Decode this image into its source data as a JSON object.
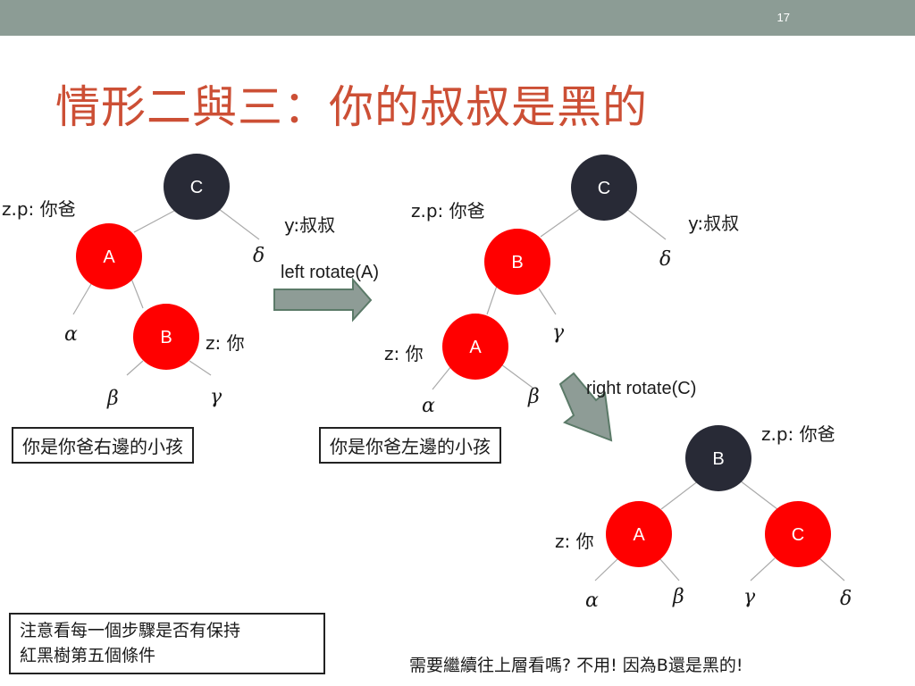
{
  "slide": {
    "page_number": "17",
    "title": "情形二與三：你的叔叔是黑的"
  },
  "nodes": [
    {
      "id": "t1-C",
      "label": "C",
      "color": "#282a36"
    },
    {
      "id": "t1-A",
      "label": "A",
      "color": "#ff0000"
    },
    {
      "id": "t1-B",
      "label": "B",
      "color": "#ff0000"
    },
    {
      "id": "t2-C",
      "label": "C",
      "color": "#282a36"
    },
    {
      "id": "t2-B",
      "label": "B",
      "color": "#ff0000"
    },
    {
      "id": "t2-A",
      "label": "A",
      "color": "#ff0000"
    },
    {
      "id": "t3-B",
      "label": "B",
      "color": "#282a36"
    },
    {
      "id": "t3-A",
      "label": "A",
      "color": "#ff0000"
    },
    {
      "id": "t3-C",
      "label": "C",
      "color": "#ff0000"
    }
  ],
  "labels": {
    "t1_zp": "z.p: 你爸",
    "t1_y": "y:叔叔",
    "t1_z": "z: 你",
    "t2_zp": "z.p: 你爸",
    "t2_y": "y:叔叔",
    "t2_z": "z: 你",
    "t3_zp": "z.p: 你爸",
    "t3_z": "z: 你",
    "left_rotate": "left rotate(A)",
    "right_rotate": "right rotate(C)"
  },
  "greek": {
    "alpha": "𝛼",
    "beta": "𝛽",
    "gamma": "𝛾",
    "delta": "𝛿"
  },
  "boxes": {
    "right_child": "你是你爸右邊的小孩",
    "left_child": "你是你爸左邊的小孩",
    "note_line1": "注意看每一個步驟是否有保持",
    "note_line2": "紅黑樹第五個條件"
  },
  "bottom_note": "需要繼續往上層看嗎? 不用! 因為B還是黑的!",
  "colors": {
    "accent_title": "#cc4f35",
    "top_bar": "#8c9c95",
    "arrow_fill": "#8e9c96",
    "arrow_stroke": "#5b7a68",
    "black_node": "#282a36",
    "red_node": "#ff0000"
  }
}
